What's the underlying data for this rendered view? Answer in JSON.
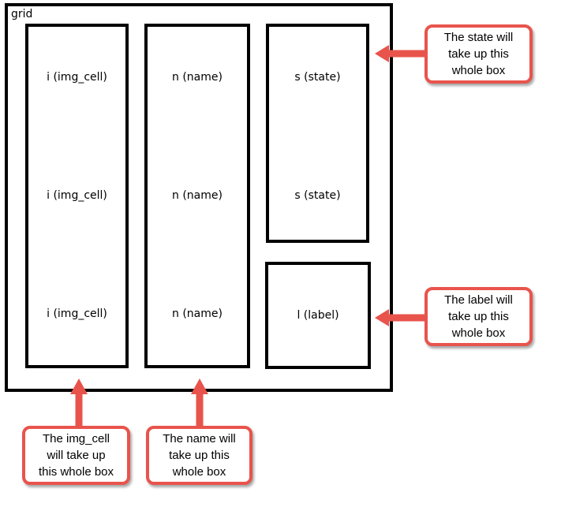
{
  "colors": {
    "accent_red": "#e8544c",
    "line_black": "#000000",
    "background": "#ffffff"
  },
  "grid": {
    "label": "grid",
    "columns": [
      {
        "name": "img_cell",
        "cells": [
          "i (img_cell)",
          "i (img_cell)",
          "i (img_cell)"
        ]
      },
      {
        "name": "name",
        "cells": [
          "n (name)",
          "n (name)",
          "n (name)"
        ]
      },
      {
        "name": "state",
        "cells": [
          "s (state)",
          "s (state)"
        ]
      },
      {
        "name": "label",
        "cells": [
          "l (label)"
        ]
      }
    ]
  },
  "callouts": [
    {
      "target": "state",
      "lines": [
        "The state will",
        "take up this",
        "whole box"
      ],
      "arrow_direction": "left"
    },
    {
      "target": "label",
      "lines": [
        "The label will",
        "take up this",
        "whole box"
      ],
      "arrow_direction": "left"
    },
    {
      "target": "img_cell",
      "lines": [
        "The img_cell",
        "will take up",
        "this whole box"
      ],
      "arrow_direction": "up"
    },
    {
      "target": "name",
      "lines": [
        "The name will",
        "take up this",
        "whole box"
      ],
      "arrow_direction": "up"
    }
  ]
}
